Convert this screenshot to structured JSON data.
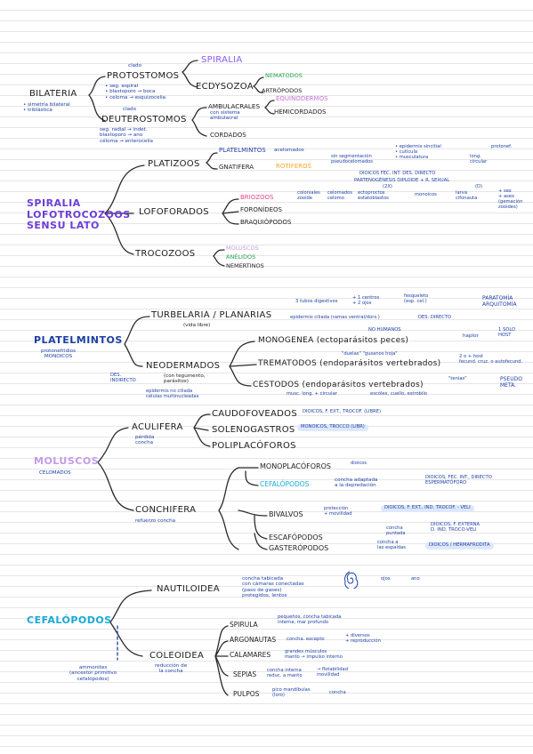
{
  "colors": {
    "ink": "#1c1c1c",
    "blue": "#1d3fa6",
    "violet": "#8b5cf6",
    "violet_title": "#6b3fd6",
    "green": "#1fa34a",
    "orange": "#f5a623",
    "pink": "#e8458c",
    "purple_light": "#c49ce8",
    "cyan": "#19a9d6",
    "highlight": "#dde8fb"
  },
  "bilateria": {
    "root": "BILATERIA",
    "root_note": "• simetría bilateral\n• triblástica",
    "protostomos": "PROTOSTOMOS",
    "clado_proto": "clado",
    "proto_notes": "• seg. espiral\n• blastoporo → boca\n• celoma → esquizocelia",
    "deuterostomos": "DEUTEROSTOMOS",
    "clado_deut": "clado",
    "deut_notes": "seg. radial → indet.\nblastoporo → ano\ncéloma → enterocelia",
    "spiralia": "SPIRALIA",
    "ecdysozoa": "ECDYSOZOA",
    "nematodos": "NEMATODOS",
    "artropodos": "ARTRÓPODOS",
    "ambulacrales": "AMBULACRALES",
    "ambul_note": "con sistema\nambulacral",
    "equinodermos": "EQUINODERMOS",
    "hemicordados": "HEMICORDADOS",
    "cordados": "CORDADOS"
  },
  "spiralia": {
    "title": "SPIRALIA\nLOFOTROCOZOOS\nSENSU LATO",
    "platizoos": "PLATIZOOS",
    "platelmintos": "PLATELMINTOS",
    "acelomados": "acelomados",
    "gnatifera": "GNATIFERA",
    "rotiferos": "ROTÍFEROS",
    "rot_note1": "sin segmentación\npseudocelomados",
    "rot_note2": "• epidermis sincitial\n• cutícula\n• musculatura",
    "rot_note3": "long.\ncircular",
    "proto": "protonef.",
    "dioicos": "DIOICOS  FEC. INT.  DES. DIRECTO",
    "parteno": "PARTENOGÉNESIS  DIPLOIDE  + R. SEXUAL",
    "xx": "(2X)",
    "d": "(D)",
    "lofoforados": "LOFOFORADOS",
    "briozoos": "BRIOZOOS",
    "foronideos": "FORONÍDEOS",
    "braquiopodos": "BRAQUIÓPODOS",
    "brio_n1": "coloniales\nzooide",
    "brio_n2": "celomados\ncelomo",
    "brio_n3": "ectoproctos\nestatoblastos",
    "brio_n4": "monoicos",
    "brio_n5": "larva\ncifonauta",
    "brio_n6": "+ sex\n+ asex\n(gemación\nzooides)",
    "trocozoos": "TROCOZOOS",
    "moluscos_s": "MOLUSCOS",
    "anelidos": "ANÉLIDOS",
    "nemertinos": "NEMERTINOS"
  },
  "platelmintos": {
    "title": "PLATELMINTOS",
    "sub": "protonefridios\nMONOICOS",
    "turbelaria": "TURBELARIA / PLANARIAS",
    "vida_libre": "(vida libre)",
    "turb_n1": "3 tubos digestivos",
    "turb_n2": "+ 1 centros\n+ 2 ojos",
    "turb_n3": "fesqueleto\n(esp. cel.)",
    "turb_n4": "epidermis ciliada (ramas ventral/dors.)",
    "turb_n5": "DES. DIRECTO",
    "paratomia": "PARATOMÍA\nARQUITOMÍA",
    "neodermados": "NEODERMADOS",
    "neo_n1": "(con tegumento,\nparásitos)",
    "neo_n2": "epidermis no ciliada\ncélulas multinucleadas",
    "des_ind": "DES.\nINDIRECTO",
    "monogenea": "MONOGENEA (ectoparásitos peces)",
    "mono_n": "NO HUMANOS",
    "haplor": "haplor",
    "solo_host": "1 SOLO\nHOST",
    "trematodos": "TREMATODOS (endoparásitos vertebrados)",
    "duelas": "\"duelas\"  \"gusanos hoja\"",
    "trem_n": "2 o + host\nfecund. cruz. o autofecund.",
    "cestodos": "CESTODOS (endoparásitos vertebrados)",
    "tenias": "\"tenias\"",
    "cest_n1": "musc. long. + circular",
    "cest_n2": "escólex, cuello, estróbilo",
    "pseudometa": "PSEUDO\nMETA."
  },
  "moluscos": {
    "title": "MOLUSCOS",
    "sub": "CELOMADOS",
    "aculifera": "ACULIFERA",
    "perdida": "pérdida\nconcha",
    "caudo": "CAUDOFOVEADOS",
    "caudo_n": "DIOICOS, F. EXT., TROCOF. (LIBRE)",
    "soleno": "SOLENOGASTROS",
    "soleno_n": "MONOICOS, TROCCO (LIBR)",
    "poli": "POLIPLACÓFOROS",
    "conchifera": "CONCHIFERA",
    "refuerzo": "refuerzo concha",
    "monoplac": "MONOPLACÓFOROS",
    "monoplac_n": "dioicos",
    "cefal": "CEFALÓPODOS",
    "cefal_n": "concha adaptada\na la depredación",
    "cefal_n2": "DIOICOS, FEC. INT., DIRECTO\nESPERMATÓFORO",
    "bivalvos": "BIVALVOS",
    "biv_n": "protección\n+ movilidad",
    "biv_n2": "DIOICOS, F. EXT., IND. TROCOF. - VELI",
    "escafo": "ESCAFÓPODOS",
    "escafo_n": "concha\npuntada",
    "escafo_n2": "DIOICOS, F. EXTERNA\nD. IND. TROCO-VELI",
    "gaster": "GASTERÓPODOS",
    "gaster_n": "concha a\nlas espaldas",
    "gaster_n2": "DIOICOS / HERMAFRODITA"
  },
  "cefalopodos": {
    "title": "CEFALÓPODOS",
    "nautiloidea": "NAUTILOIDEA",
    "naut_n": "concha tabicada\ncon cámaras conectadas\n(paso de gases)\nprotegidos, lentos",
    "ojos": "ojos",
    "ano": "ano",
    "coleoidea": "COLEOIDEA",
    "reduccion": "reducción de\nla concha",
    "ammonites": "ammonites\n(ancestor primitivo\ncefalópodos)",
    "spirula": "SPIRULA",
    "spirula_n": "pequeños, concha tabicada\ninterna, mar profundo",
    "argonautas": "ARGONAUTAS",
    "argo_n": "concha. excepto",
    "argo_n2": "+ diversos\n+ reproducción",
    "calamares": "CALAMARES",
    "cal_n": "grandes músculos\nmanto → impulso interno",
    "sepias": "SEPIAS",
    "sep_n": "concha interna\nreduc. a manto",
    "sep_n2": "→ flotabilidad\nmovilidad",
    "pulpos": "PULPOS",
    "pulp_n": "pico mandíbulas\n(loro)",
    "pulp_n2": "concha"
  }
}
